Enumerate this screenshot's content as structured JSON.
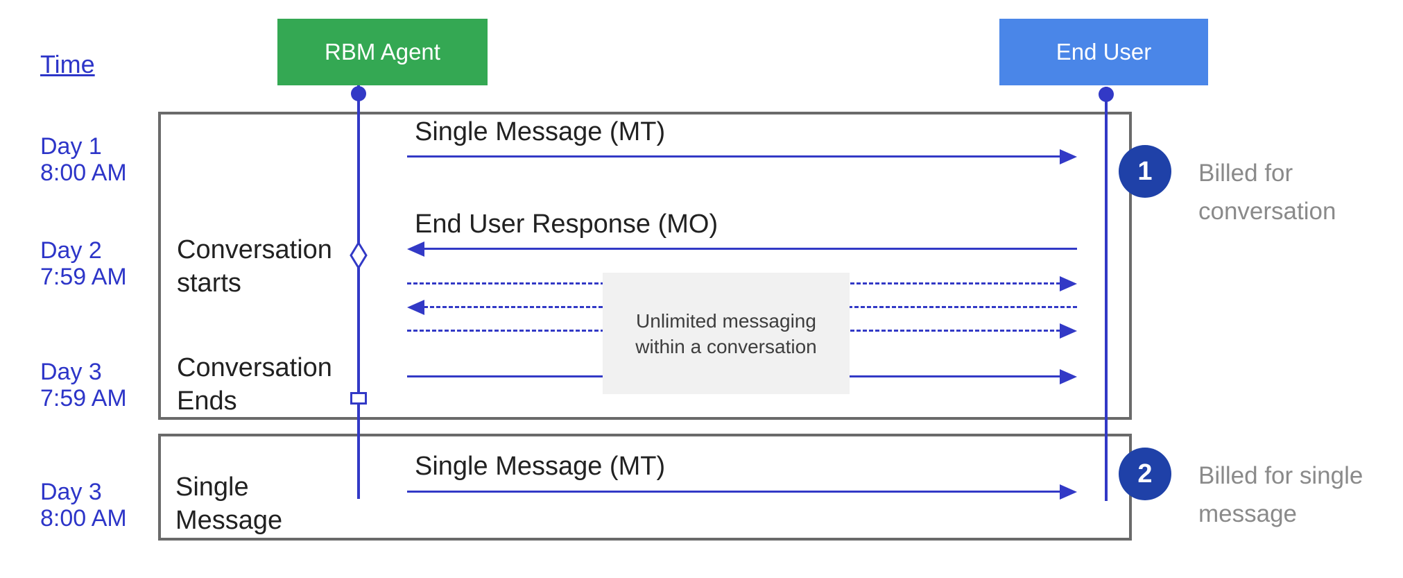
{
  "diagram": {
    "time_header": "Time",
    "actors": {
      "agent": {
        "label": "RBM Agent"
      },
      "end_user": {
        "label": "End User"
      }
    },
    "time_labels": [
      {
        "text": "Day 1\n8:00 AM"
      },
      {
        "text": "Day 2\n7:59 AM"
      },
      {
        "text": "Day 3\n7:59 AM"
      },
      {
        "text": "Day 3\n8:00 AM"
      }
    ],
    "events": {
      "conversation_starts": {
        "text": "Conversation\nstarts",
        "marker": "open-diamond"
      },
      "conversation_ends": {
        "text": "Conversation\nEnds",
        "marker": "open-square"
      },
      "single_message": {
        "text": "Single\nMessage",
        "marker": "none"
      }
    },
    "messages": [
      {
        "label": "Single Message (MT)",
        "from": "agent",
        "to": "end_user",
        "style": "solid"
      },
      {
        "label": "End User Response (MO)",
        "from": "end_user",
        "to": "agent",
        "style": "solid"
      },
      {
        "label": "",
        "from": "agent",
        "to": "end_user",
        "style": "dashed"
      },
      {
        "label": "",
        "from": "end_user",
        "to": "agent",
        "style": "dashed"
      },
      {
        "label": "",
        "from": "agent",
        "to": "end_user",
        "style": "dashed"
      },
      {
        "label": "",
        "from": "agent",
        "to": "end_user",
        "style": "solid"
      },
      {
        "label": "Single Message (MT)",
        "from": "agent",
        "to": "end_user",
        "style": "solid"
      }
    ],
    "note": {
      "text": "Unlimited messaging\nwithin a conversation"
    },
    "annotations": [
      {
        "badge": "1",
        "text": "Billed for\nconversation"
      },
      {
        "badge": "2",
        "text": "Billed for single\nmessage"
      }
    ]
  },
  "colors": {
    "green": "#34a853",
    "actor_blue": "#4a86e8",
    "line_blue": "#3239c6",
    "text_blue": "#2d35c8",
    "badge_blue": "#1f41a8",
    "frame_gray": "#6a6a6a",
    "note_bg": "#f1f1f1",
    "note_text": "#3d3d3d",
    "muted_gray": "#8a8a8a",
    "ink": "#212121"
  }
}
